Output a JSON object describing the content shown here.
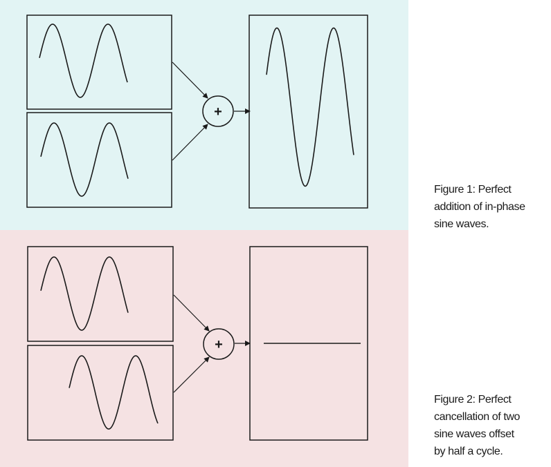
{
  "colors": {
    "top_background": "#e2f4f4",
    "bottom_background": "#f5e2e3",
    "line": "#1a1a1a"
  },
  "figure1": {
    "caption": "Figure 1: Perfect\naddition of in-phase\nsine waves.",
    "operator": "+",
    "input_waves": [
      {
        "amplitude": 1,
        "phase": "in-phase"
      },
      {
        "amplitude": 1,
        "phase": "in-phase"
      }
    ],
    "output_wave": {
      "amplitude": 2
    }
  },
  "figure2": {
    "caption": "Figure 2: Perfect\ncancellation of two\nsine waves offset\nby half a cycle.",
    "operator": "+",
    "input_waves": [
      {
        "amplitude": 1,
        "phase": "0 cycle"
      },
      {
        "amplitude": 1,
        "phase": "half cycle offset"
      }
    ],
    "output_wave": {
      "amplitude": 0
    }
  }
}
